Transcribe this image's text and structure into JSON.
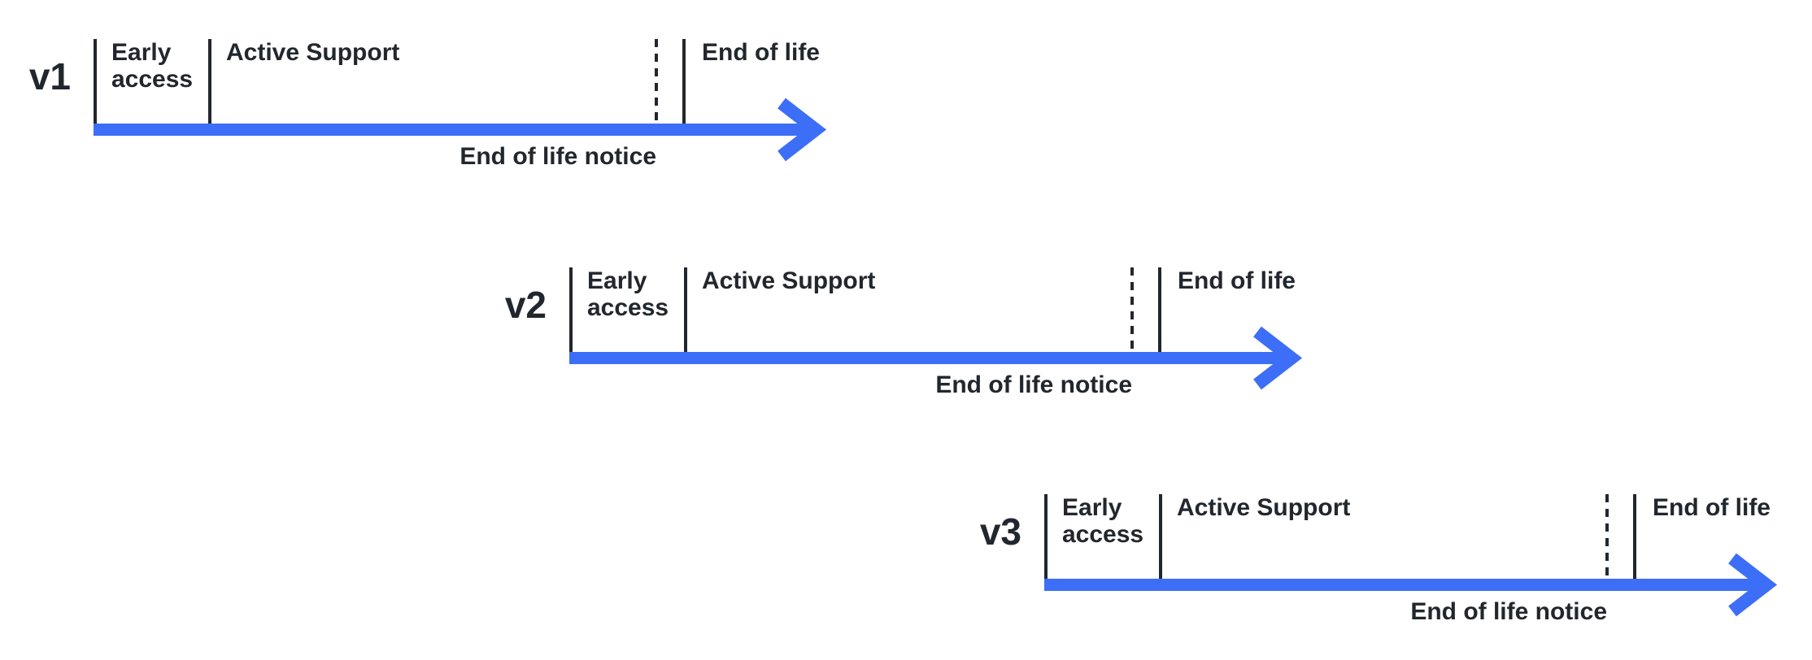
{
  "colors": {
    "arrow": "#3d6ef7",
    "ink": "#22272e"
  },
  "timelines": [
    {
      "version": "v1",
      "phases": {
        "early_access": "Early access",
        "active_support": "Active Support",
        "end_of_life": "End of life"
      },
      "notice": "End of life notice"
    },
    {
      "version": "v2",
      "phases": {
        "early_access": "Early access",
        "active_support": "Active Support",
        "end_of_life": "End of life"
      },
      "notice": "End of life notice"
    },
    {
      "version": "v3",
      "phases": {
        "early_access": "Early access",
        "active_support": "Active Support",
        "end_of_life": "End of life"
      },
      "notice": "End of life notice"
    }
  ]
}
